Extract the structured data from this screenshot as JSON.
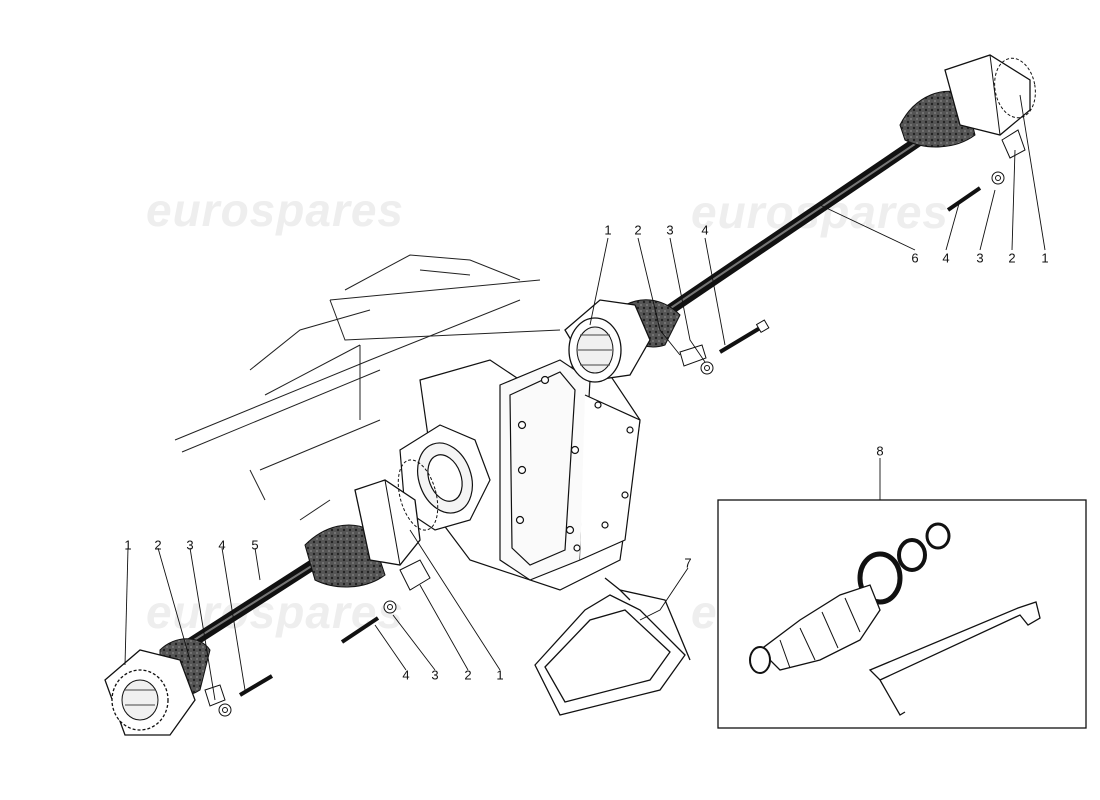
{
  "watermark": {
    "text": "eurospares",
    "color": "#eeeeee"
  },
  "callouts": {
    "top_assembly": [
      "1",
      "2",
      "3",
      "4"
    ],
    "right_hardware": [
      "6",
      "4",
      "3",
      "2",
      "1"
    ],
    "left_assembly": [
      "1",
      "2",
      "3",
      "4",
      "5"
    ],
    "center_hardware": [
      "4",
      "3",
      "2",
      "1"
    ],
    "shield": "7",
    "kit": "8"
  },
  "colors": {
    "ink": "#111111",
    "shaft": "#151515",
    "boot": "#3a3a3a",
    "background": "#ffffff"
  }
}
